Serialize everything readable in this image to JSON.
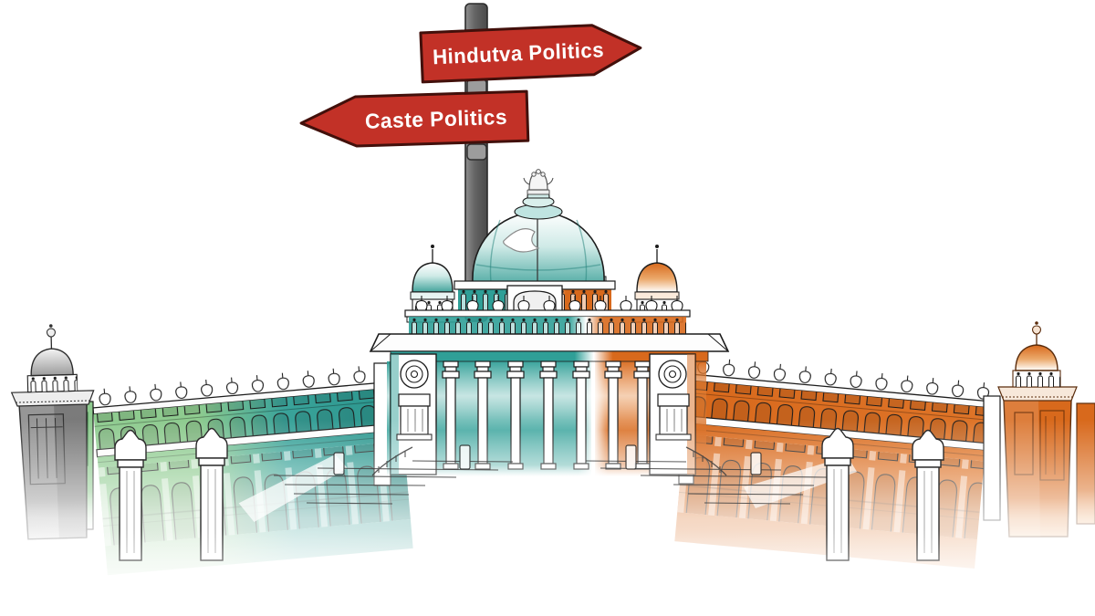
{
  "signpost": {
    "top_sign": {
      "label": "Hindutva Politics",
      "direction": "right"
    },
    "bottom_sign": {
      "label": "Caste Politics",
      "direction": "left"
    }
  },
  "colors": {
    "background": "#ffffff",
    "sign-red": "#c23127",
    "sign-outline": "#42100b",
    "sign-text": "#ffffff",
    "pole-gray": "#6f6f6f",
    "pole-bracket": "#9c9c9c",
    "green": "#8ecb8f",
    "teal": "#2f9f97",
    "saffron": "#d8691c",
    "tower-gray": "#8d8d8d",
    "ink": "#1c1c1c"
  }
}
